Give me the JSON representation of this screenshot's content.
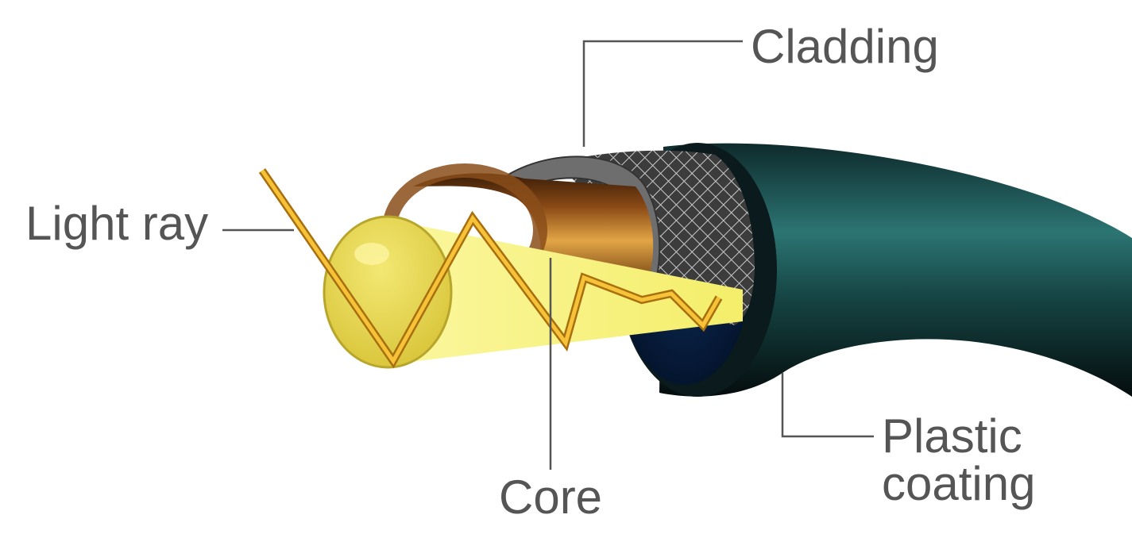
{
  "labels": {
    "cladding": "Cladding",
    "light_ray": "Light ray",
    "core": "Core",
    "plastic": "Plastic",
    "coating": "coating"
  },
  "colors": {
    "text": "#555555",
    "light_beam": "#f7f27a",
    "ray": "#f2b21e",
    "core_copper": "#c8862a",
    "cladding_grey": "#6e6e6e",
    "coating_teal": "#1b5452"
  }
}
